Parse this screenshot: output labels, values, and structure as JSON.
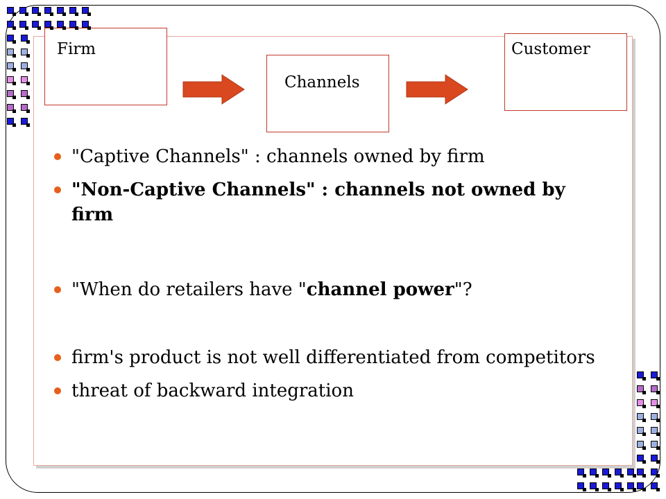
{
  "diagram": {
    "firm_label": "Firm",
    "channels_label": "Channels",
    "customer_label": "Customer",
    "arrow_color": "#d9481f",
    "box_border_color": "#c0392b"
  },
  "bullets": {
    "item1": "\"Captive Channels\" : channels owned by firm",
    "item2": "\"Non-Captive Channels\" : channels not owned by firm",
    "item3_pre": "\"When do retailers have \"",
    "item3_bold": "channel power",
    "item3_post": "\"?",
    "item4": "firm's product is not well differentiated from competitors",
    "item5": "threat of backward integration",
    "bullet_color": "#e5601c"
  },
  "decor": {
    "square_colors": [
      "#1a1ad6",
      "#b56cc8",
      "#9fb0e0",
      "#e48ee6"
    ]
  }
}
